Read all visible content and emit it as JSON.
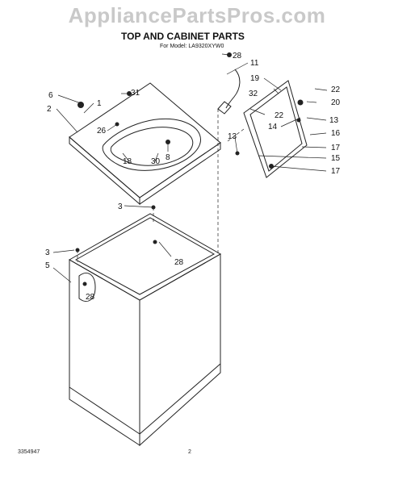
{
  "watermark": "AppliancePartsPros.com",
  "title": "TOP AND CABINET PARTS",
  "subtitle": "For Model: LA9320XYW0",
  "footer": {
    "doc_number": "3354947",
    "page": "2"
  },
  "callouts": [
    "28",
    "11",
    "19",
    "32",
    "22",
    "20",
    "6",
    "31",
    "1",
    "2",
    "26",
    "22",
    "13",
    "14",
    "16",
    "8",
    "18",
    "30",
    "17",
    "13",
    "15",
    "17",
    "3",
    "28",
    "3",
    "5",
    "28"
  ]
}
